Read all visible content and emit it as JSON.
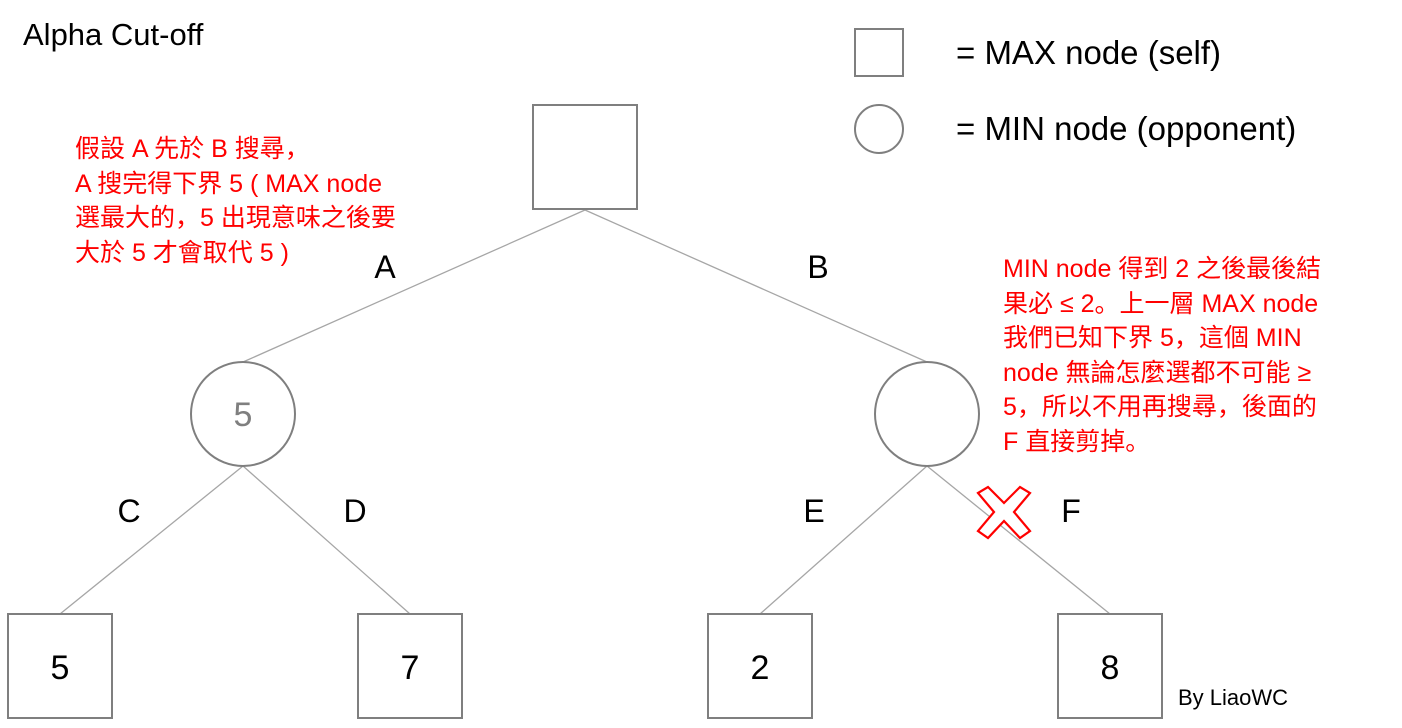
{
  "title": "Alpha Cut-off",
  "legend": {
    "max_label": "= MAX node (self)",
    "min_label": "= MIN node (opponent)"
  },
  "edges": {
    "a": "A",
    "b": "B",
    "c": "C",
    "d": "D",
    "e": "E",
    "f": "F"
  },
  "nodes": {
    "min_left_value": "5",
    "leaf_c": "5",
    "leaf_d": "7",
    "leaf_e": "2",
    "leaf_f": "8"
  },
  "notes": {
    "left": "假設 A 先於 B 搜尋，\nA 搜完得下界 5 ( MAX node\n選最大的，5 出現意味之後要\n大於 5 才會取代 5 )",
    "right": "MIN node 得到 2 之後最後結\n果必 ≤ 2。上一層 MAX node\n我們已知下界 5，這個 MIN\nnode 無論怎麼選都不可能 ≥\n5，所以不用再搜尋，後面的\nF 直接剪掉。"
  },
  "credit": "By LiaoWC",
  "colors": {
    "annotation": "#ff0000",
    "node_stroke": "#7f7f7f",
    "edge_stroke": "#a6a6a6",
    "min_value_text": "#7f7f7f"
  },
  "icons": {
    "prune_mark": "cross-icon"
  }
}
